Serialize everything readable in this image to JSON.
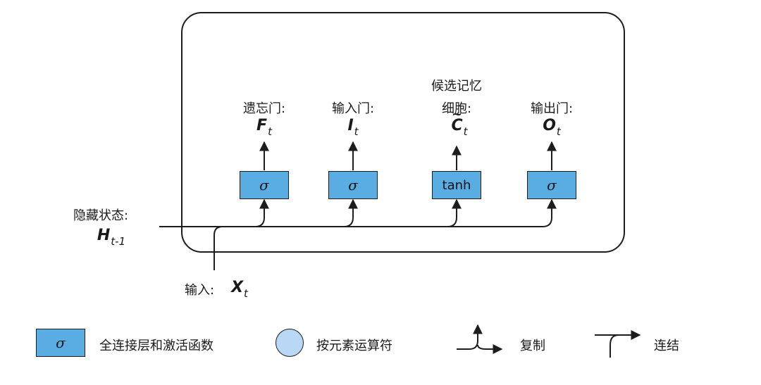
{
  "gates": [
    {
      "id": "forget",
      "title": "遗忘门:",
      "var": "F",
      "sub": "t",
      "op": "σ"
    },
    {
      "id": "input",
      "title": "输入门:",
      "var": "I",
      "sub": "t",
      "op": "σ"
    },
    {
      "id": "candidate",
      "title_line1": "候选记忆",
      "title_line2": "细胞:",
      "var": "C",
      "tilde": "~",
      "sub": "t",
      "op": "tanh"
    },
    {
      "id": "output",
      "title": "输出门:",
      "var": "O",
      "sub": "t",
      "op": "σ"
    }
  ],
  "hidden_state": {
    "label": "隐藏状态:",
    "var": "H",
    "sub": "t-1"
  },
  "input": {
    "label": "输入:",
    "var": "X",
    "sub": "t"
  },
  "legend": {
    "fc_symbol": "σ",
    "fc_label": "全连接层和激活函数",
    "elementwise_label": "按元素运算符",
    "copy_label": "复制",
    "concat_label": "连结"
  },
  "colors": {
    "gate_fill": "#5aade2",
    "op_fill": "#b8d8f5",
    "stroke": "#1d1d1d"
  }
}
